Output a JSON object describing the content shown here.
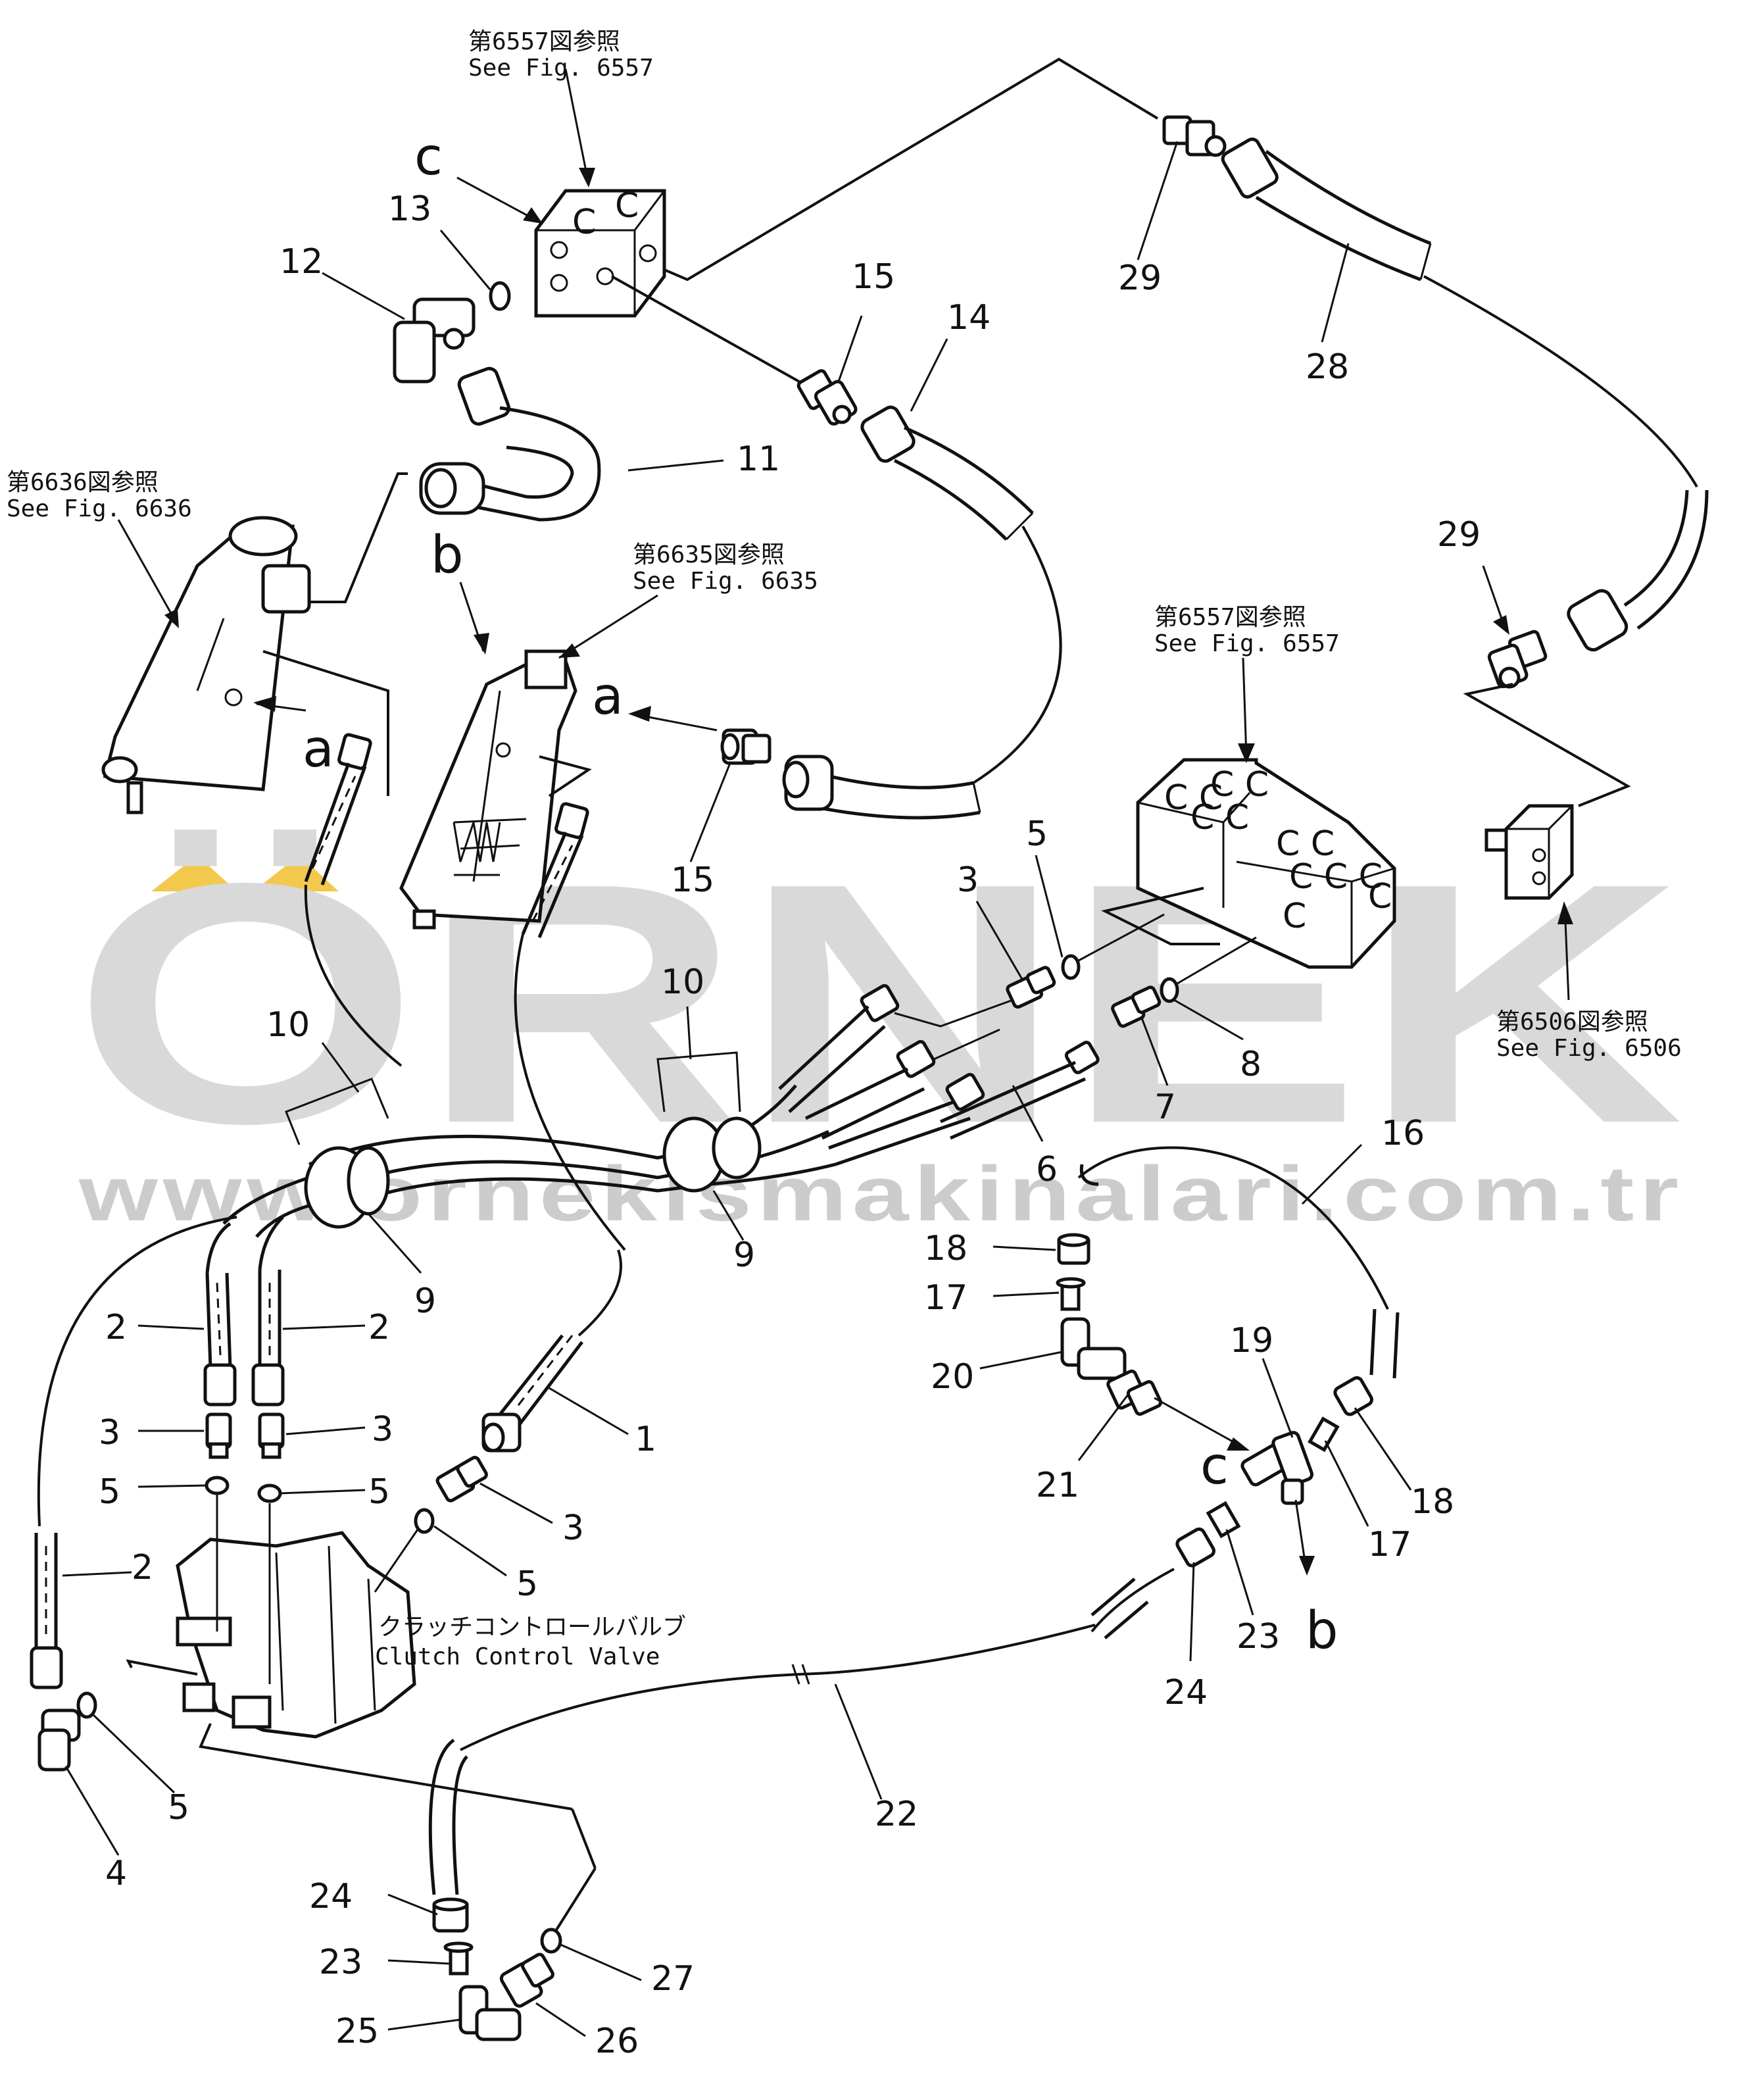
{
  "watermark": {
    "brand": "ÖRNEK",
    "url": "www.ornekismakinalari.com.tr",
    "accent_color": "#f2c94c",
    "text_color": "#d9d9d9"
  },
  "references": [
    {
      "jp": "第6557図参照",
      "en": "See Fig. 6557"
    },
    {
      "jp": "第6636図参照",
      "en": "See Fig. 6636"
    },
    {
      "jp": "第6635図参照",
      "en": "See Fig. 6635"
    },
    {
      "jp": "第6557図参照",
      "en": "See Fig. 6557"
    },
    {
      "jp": "第6506図参照",
      "en": "See Fig. 6506"
    }
  ],
  "valve_label": {
    "jp": "クラッチコントロールバルブ",
    "en": "Clutch  Control  Valve"
  },
  "callouts": {
    "a": "a",
    "b": "b",
    "c": "c",
    "n1": "1",
    "n2": "2",
    "n3": "3",
    "n4": "4",
    "n5": "5",
    "n6": "6",
    "n7": "7",
    "n8": "8",
    "n9": "9",
    "n10": "10",
    "n11": "11",
    "n12": "12",
    "n13": "13",
    "n14": "14",
    "n15": "15",
    "n16": "16",
    "n17": "17",
    "n18": "18",
    "n19": "19",
    "n20": "20",
    "n21": "21",
    "n22": "22",
    "n23": "23",
    "n24": "24",
    "n25": "25",
    "n26": "26",
    "n27": "27",
    "n28": "28",
    "n29": "29"
  }
}
